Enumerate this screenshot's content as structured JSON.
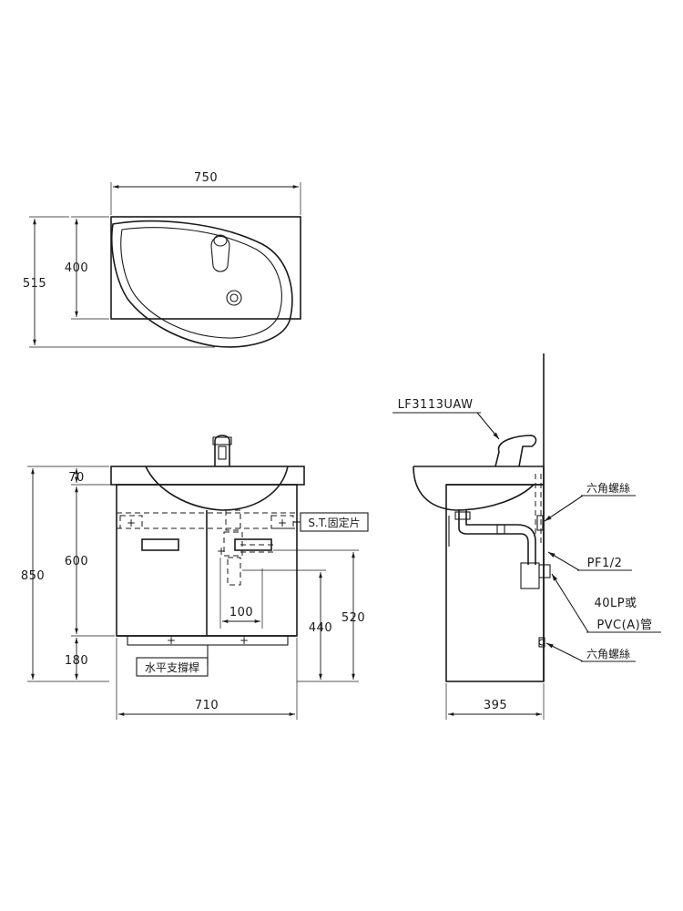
{
  "top_view": {
    "width": "750",
    "depth_basin": "400",
    "depth_total": "515"
  },
  "front_view": {
    "basin_thickness": "70",
    "cabinet_height": "600",
    "leg_height": "180",
    "total_height": "850",
    "trap_offset": "100",
    "drain_height": "440",
    "supply_height": "520",
    "width": "710",
    "bracket_label": "S.T.固定片",
    "support_label": "水平支撐桿"
  },
  "side_view": {
    "faucet_model": "LF3113UAW",
    "screw_label_top": "六角螺絲",
    "supply_label": "PF1/2",
    "drain_label_1": "40LP或",
    "drain_label_2": "PVC(A)管",
    "screw_label_bottom": "六角螺絲",
    "depth": "395"
  }
}
